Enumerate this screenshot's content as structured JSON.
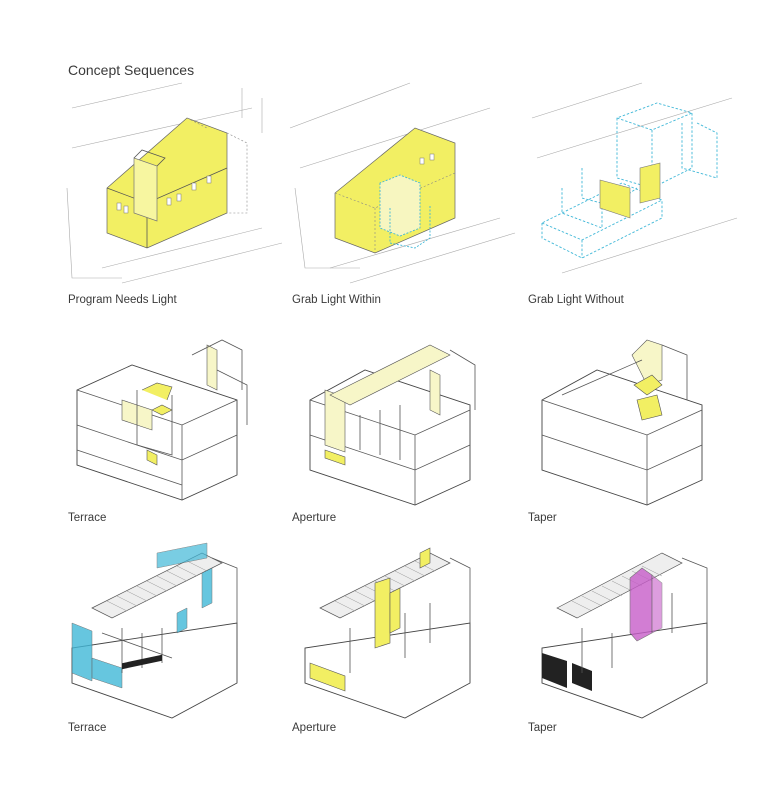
{
  "title": "Concept Sequences",
  "colors": {
    "yellow": "#f2ef63",
    "cyan": "#41b8d8",
    "magenta": "#c75dc9",
    "lightyellow": "#f7f6c8"
  },
  "rows": [
    {
      "captions": [
        "Program Needs Light",
        "Grab Light Within",
        "Grab Light Without"
      ]
    },
    {
      "captions": [
        "Terrace",
        "Aperture",
        "Taper"
      ]
    },
    {
      "captions": [
        "Terrace",
        "Aperture",
        "Taper"
      ]
    }
  ]
}
